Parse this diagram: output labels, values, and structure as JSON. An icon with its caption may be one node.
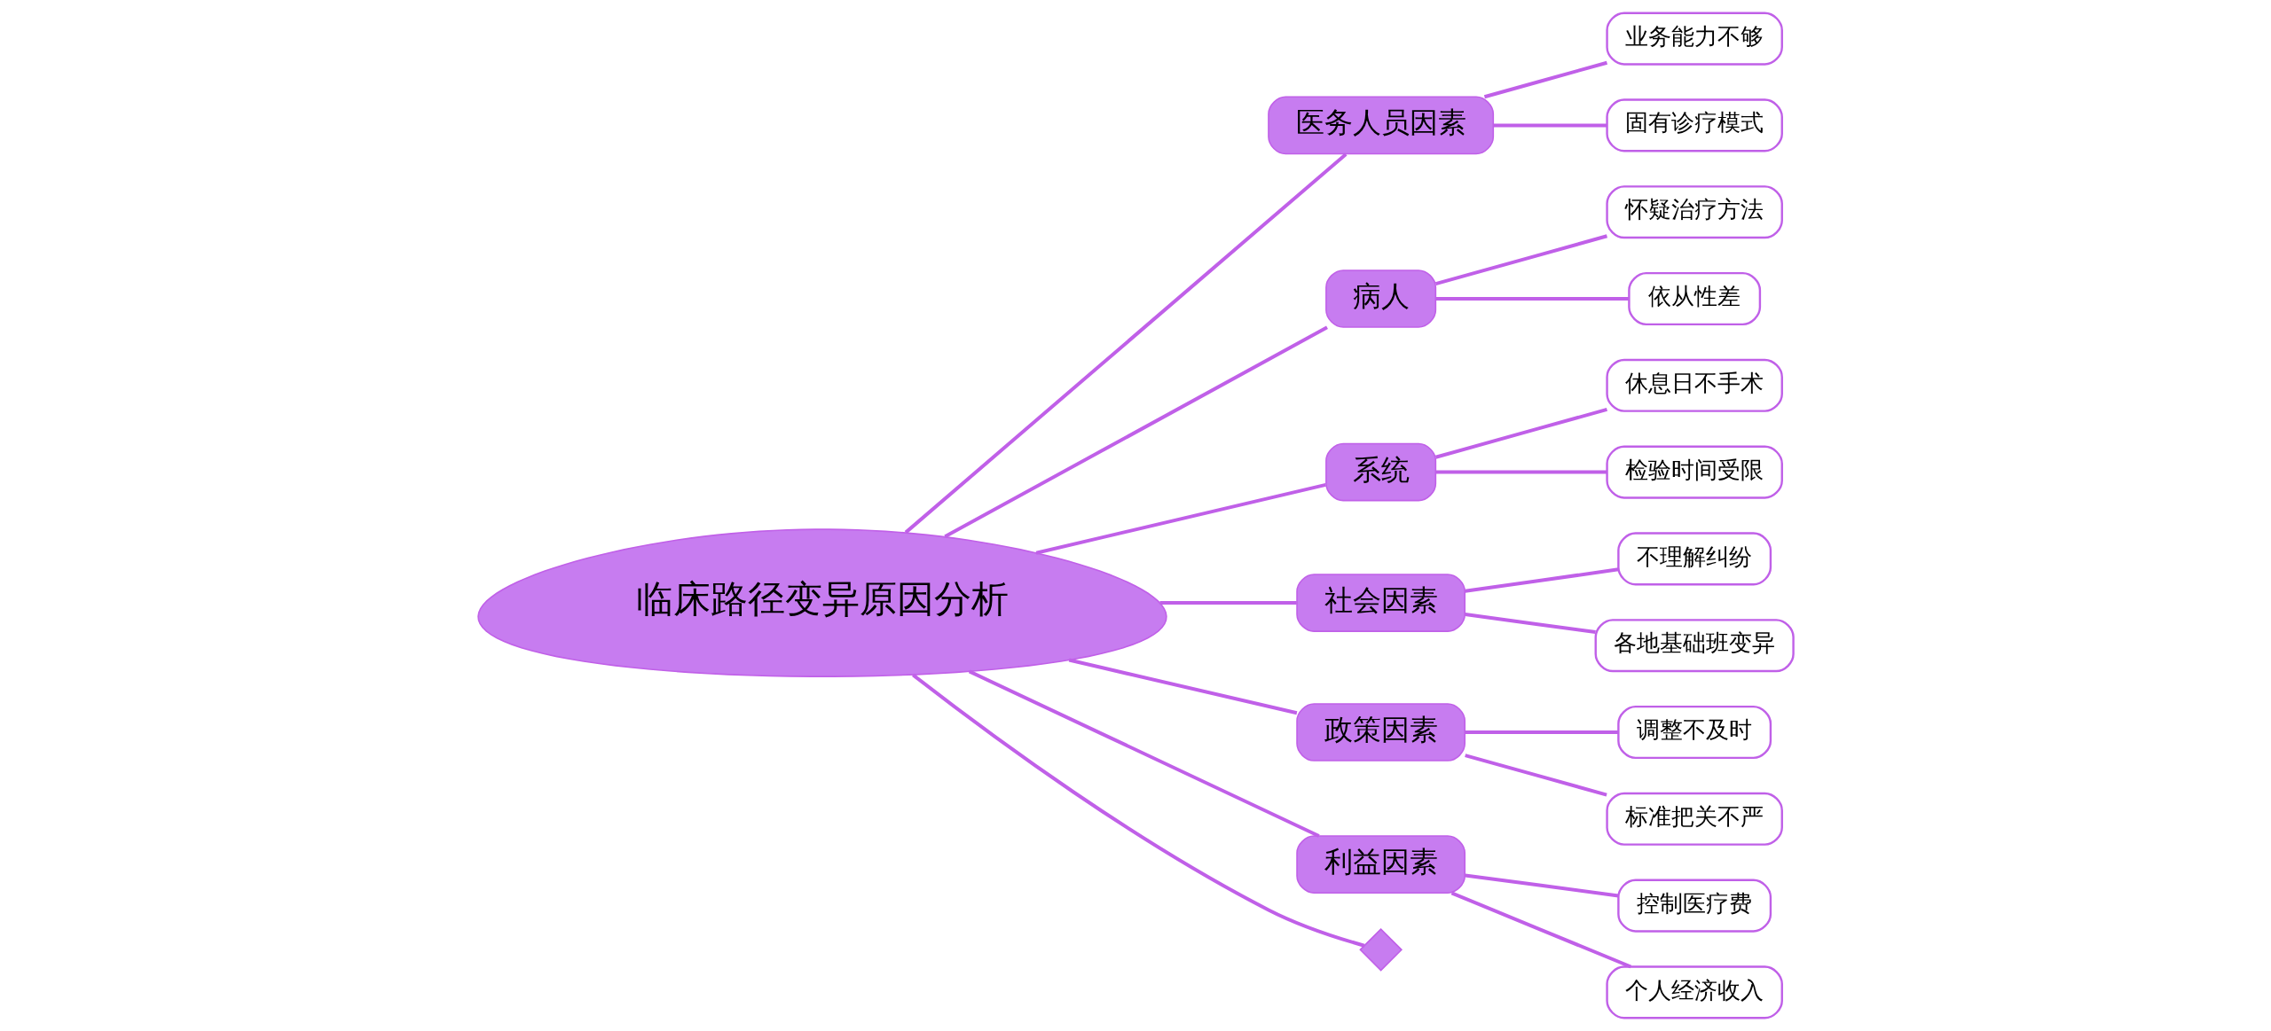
{
  "diagram": {
    "nodes": [
      {
        "text": [
          "临床路径变异原因分析"
        ]
      },
      {
        "text": [
          "医务人员因素"
        ]
      },
      {
        "text": [
          "业务能力不够"
        ]
      },
      {
        "text": [
          "固有诊疗模式"
        ]
      },
      {
        "text": [
          "病人"
        ]
      },
      {
        "text": [
          "怀疑治疗方法"
        ]
      },
      {
        "text": [
          "依从性差"
        ]
      },
      {
        "text": [
          "系统"
        ]
      },
      {
        "text": [
          "休息日不手术"
        ]
      },
      {
        "text": [
          "检验时间受限"
        ]
      },
      {
        "text": [
          "不理解纠纷"
        ]
      },
      {
        "text": [
          "各地基础班变异"
        ]
      },
      {
        "text": [
          "社会因素"
        ]
      },
      {
        "text": [
          "调整不及时"
        ]
      },
      {
        "text": [
          "标准把关不严"
        ]
      },
      {
        "text": [
          "政策因素"
        ]
      },
      {
        "text": [
          "控制医疗费"
        ]
      },
      {
        "text": [
          "个人经济收入"
        ]
      },
      {
        "text": [
          "利益因素"
        ]
      },
      {
        "text": [],
        "shape": "diamond"
      }
    ],
    "edges": [
      {
        "from": 0,
        "to": 19,
        "arrow": "none"
      },
      {
        "from": 0,
        "to": 1,
        "arrow": "none"
      },
      {
        "from": 1,
        "to": 2,
        "arrow": "none"
      },
      {
        "from": 1,
        "to": 3,
        "arrow": "none"
      },
      {
        "from": 0,
        "to": 4,
        "arrow": "none"
      },
      {
        "from": 4,
        "to": 5,
        "arrow": "none"
      },
      {
        "from": 4,
        "to": 6,
        "arrow": "none"
      },
      {
        "from": 0,
        "to": 7,
        "arrow": "none"
      },
      {
        "from": 7,
        "to": 8,
        "arrow": "none"
      },
      {
        "from": 7,
        "to": 9,
        "arrow": "none"
      },
      {
        "from": 0,
        "to": 12,
        "arrow": "none"
      },
      {
        "from": 12,
        "to": 10,
        "arrow": "none"
      },
      {
        "from": 12,
        "to": 11,
        "arrow": "none"
      },
      {
        "from": 0,
        "to": 15,
        "arrow": "none"
      },
      {
        "from": 15,
        "to": 13,
        "arrow": "none"
      },
      {
        "from": 15,
        "to": 14,
        "arrow": "none"
      },
      {
        "from": 0,
        "to": 18,
        "arrow": "none"
      },
      {
        "from": 18,
        "to": 16,
        "arrow": "none"
      },
      {
        "from": 18,
        "to": 17,
        "arrow": "none"
      }
    ]
  }
}
